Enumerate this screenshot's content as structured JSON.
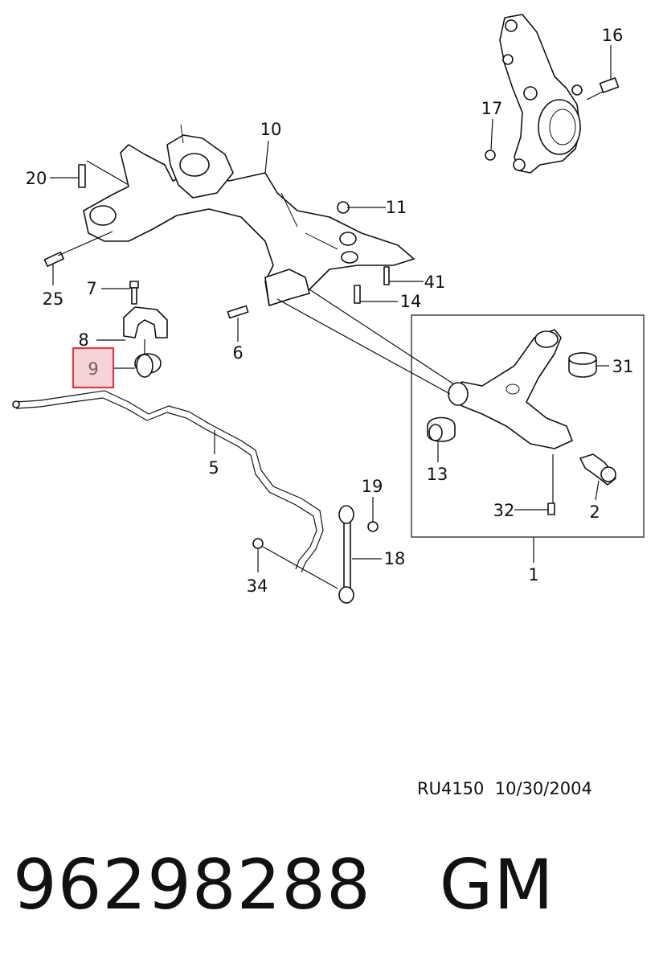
{
  "diagram": {
    "callouts": {
      "c1": "1",
      "c2": "2",
      "c5": "5",
      "c6": "6",
      "c7": "7",
      "c8": "8",
      "c9": "9",
      "c10": "10",
      "c11": "11",
      "c13": "13",
      "c14": "14",
      "c16": "16",
      "c17": "17",
      "c18": "18",
      "c19": "19",
      "c20": "20",
      "c25": "25",
      "c31": "31",
      "c32": "32",
      "c34": "34",
      "c41": "41"
    },
    "highlighted": "9",
    "highlight_color": "#e03a44"
  },
  "footer": {
    "ref": "RU4150",
    "date": "10/30/2004",
    "part_number": "96298288",
    "brand": "GM"
  }
}
